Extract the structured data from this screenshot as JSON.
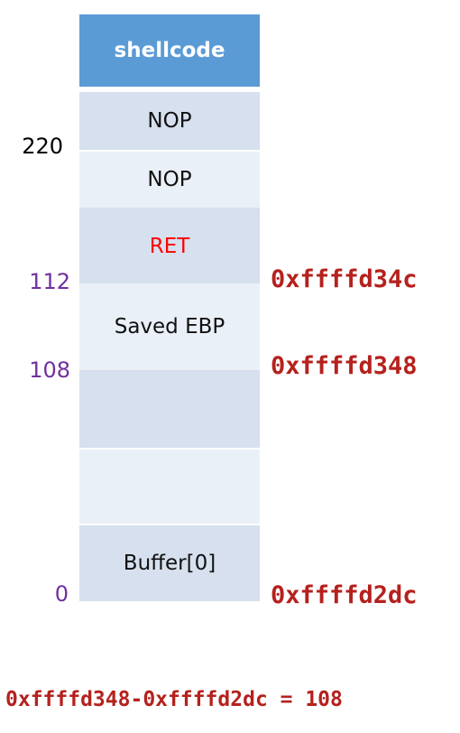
{
  "stack": {
    "header": "shellcode",
    "nop1": "NOP",
    "nop2": "NOP",
    "ret": "RET",
    "saved_ebp": "Saved EBP",
    "buffer": "Buffer[0]"
  },
  "offsets": {
    "o220": "220",
    "o112": "112",
    "o108": "108",
    "o0": "0"
  },
  "addresses": {
    "a112": "0xffffd34c",
    "a108": "0xffffd348",
    "a0": "0xffffd2dc"
  },
  "formula": "0xffffd348-0xffffd2dc = 108",
  "colors": {
    "header_fill": "#5b9bd5",
    "cell_dark": "#d6e0ee",
    "cell_light": "#eaf0f7",
    "ret_text": "#ff0000",
    "offset_purple": "#7030a0",
    "address_red": "#b5211d"
  }
}
